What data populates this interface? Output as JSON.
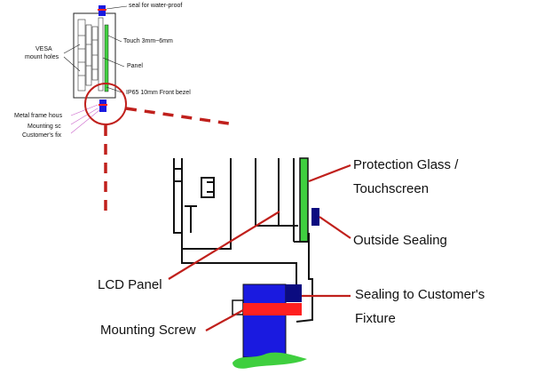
{
  "overview": {
    "seal": "seal for water-proof",
    "touch": "Touch 3mm~6mm",
    "panel": "Panel",
    "bezel": "IP65 10mm Front bezel",
    "vesa_line1": "VESA",
    "vesa_line2": "mount holes",
    "frame": "Metal frame hous",
    "mounting": "Mounting sc",
    "fixture": "Customer's fix"
  },
  "detail": {
    "protection_line1": "Protection Glass /",
    "protection_line2": "Touchscreen",
    "outside_sealing": "Outside Sealing",
    "lcd_panel": "LCD Panel",
    "sealing_line1": "Sealing to Customer's",
    "sealing_line2": "Fixture",
    "mounting_screw": "Mounting Screw"
  },
  "colors": {
    "callout": "#c0201c",
    "screw": "#1a1ae0",
    "seal": "#ff2020",
    "glass": "#3fcf3f",
    "sealing_block": "#0b0b80"
  }
}
